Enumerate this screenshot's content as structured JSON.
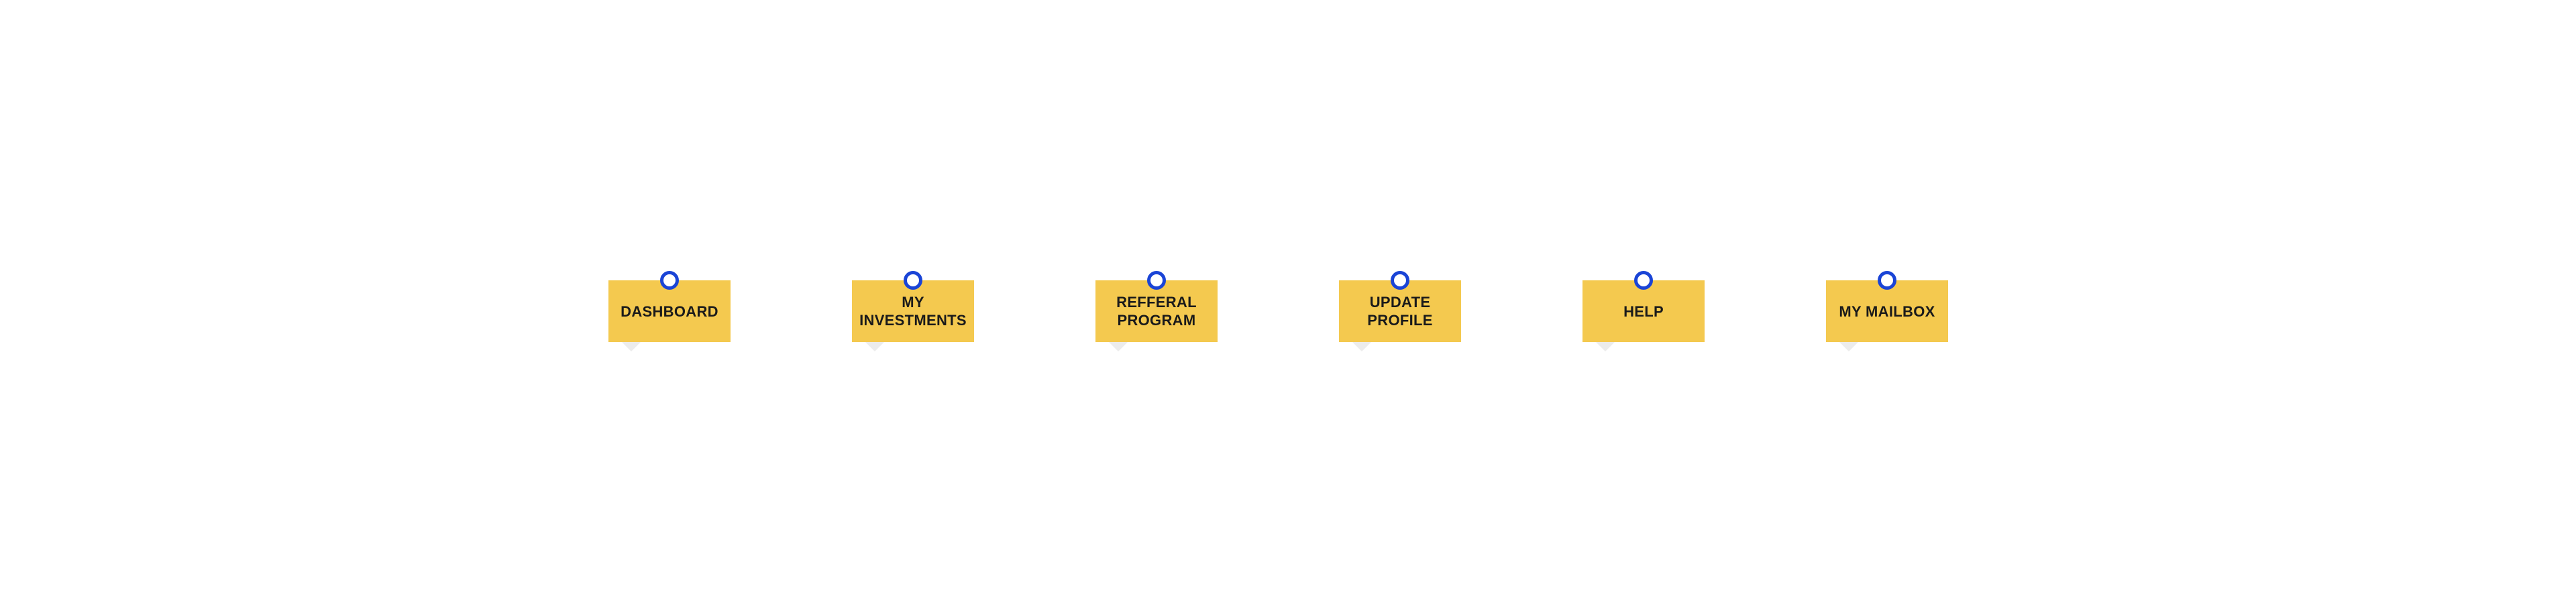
{
  "nav": {
    "items": [
      {
        "label": "DASHBOARD"
      },
      {
        "label": "MY\nINVESTMENTS"
      },
      {
        "label": "REFFERAL\nPROGRAM"
      },
      {
        "label": "UPDATE\nPROFILE"
      },
      {
        "label": "HELP"
      },
      {
        "label": "MY MAILBOX"
      }
    ]
  },
  "colors": {
    "card": "#f4c94f",
    "pin_ring": "#1a44d6",
    "tail": "#ececec",
    "text": "#1a1a1a"
  }
}
